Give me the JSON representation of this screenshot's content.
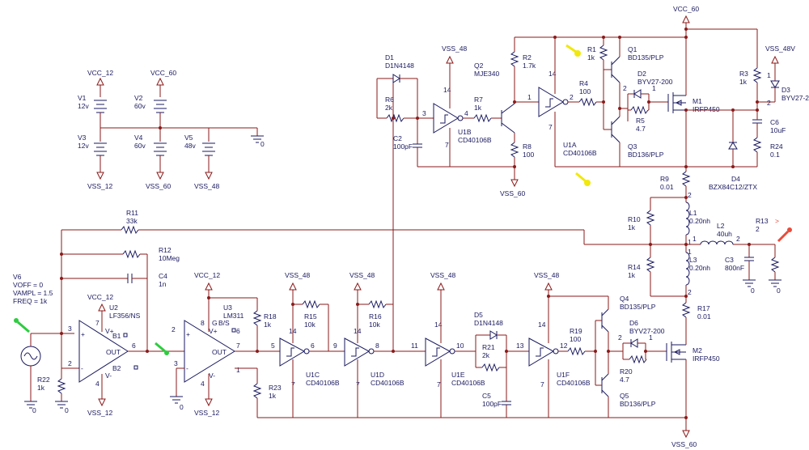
{
  "supplies": {
    "vcc12": "VCC_12",
    "vcc60": "VCC_60",
    "vss12": "VSS_12",
    "vss60": "VSS_60",
    "vss48": "VSS_48",
    "vss48v": "VSS_48V"
  },
  "sources": {
    "v1": "V1",
    "v1val": "12v",
    "v2": "V2",
    "v2val": "60v",
    "v3": "V3",
    "v3val": "12v",
    "v4": "V4",
    "v4val": "60v",
    "v5": "V5",
    "v5val": "48v",
    "gnd": "0"
  },
  "v6": {
    "name": "V6",
    "voff": "VOFF = 0",
    "vampl": "VAMPL = 1.5",
    "freq": "FREQ = 1k"
  },
  "parts": {
    "r11": "R11",
    "r11v": "33k",
    "r12": "R12",
    "r12v": "10Meg",
    "c4": "C4",
    "c4v": "1n",
    "u2": "U2",
    "u2v": "LF356/NS",
    "r22": "R22",
    "r22v": "1k",
    "u3": "U3",
    "u3v": "LM311",
    "r18": "R18",
    "r18v": "1k",
    "r23": "R23",
    "r23v": "1k",
    "r15": "R15",
    "r15v": "10k",
    "r16": "R16",
    "r16v": "10k",
    "u1c": "U1C",
    "u1cv": "CD40106B",
    "u1d": "U1D",
    "u1dv": "CD40106B",
    "u1e": "U1E",
    "u1ev": "CD40106B",
    "u1f": "U1F",
    "u1fv": "CD40106B",
    "d5": "D5",
    "d5v": "D1N4148",
    "r21": "R21",
    "r21v": "2k",
    "c5": "C5",
    "c5v": "100pF",
    "r19": "R19",
    "r19v": "100",
    "q4": "Q4",
    "q4v": "BD135/PLP",
    "d6": "D6",
    "d6v": "BYV27-200",
    "r20": "R20",
    "r20v": "4.7",
    "q5": "Q5",
    "q5v": "BD136/PLP",
    "m2": "M2",
    "m2v": "IRFP450",
    "d1": "D1",
    "d1v": "D1N4148",
    "r6": "R6",
    "r6v": "2k",
    "c2": "C2",
    "c2v": "100pF",
    "u1b": "U1B",
    "u1bv": "CD40106B",
    "r7": "R7",
    "r7v": "1k",
    "q2": "Q2",
    "q2v": "MJE340",
    "r2": "R2",
    "r2v": "1.7k",
    "r8": "R8",
    "r8v": "100",
    "u1a": "U1A",
    "u1av": "CD40106B",
    "r1": "R1",
    "r1v": "1k",
    "r4": "R4",
    "r4v": "100",
    "q1": "Q1",
    "q1v": "BD135/PLP",
    "d2": "D2",
    "d2v": "BYV27-200",
    "r5": "R5",
    "r5v": "4.7",
    "q3": "Q3",
    "q3v": "BD136/PLP",
    "m1": "M1",
    "m1v": "IRFP450",
    "r3": "R3",
    "r3v": "1k",
    "d3": "D3",
    "d3v": "BYV27-2",
    "c6": "C6",
    "c6v": "10uF",
    "r24": "R24",
    "r24v": "0.1",
    "d4": "D4",
    "d4v": "BZX84C12/ZTX",
    "r9": "R9",
    "r9v": "0.01",
    "l1": "L1",
    "l1v": "0.20nh",
    "r10": "R10",
    "r10v": "1k",
    "l2": "L2",
    "l2v": "40uh",
    "r13": "R13",
    "r13v": "2",
    "r14": "R14",
    "r14v": "1k",
    "l3": "L3",
    "l3v": "0.20nh",
    "c3": "C3",
    "c3v": "800nF",
    "r17": "R17",
    "r17v": "0.01"
  },
  "pins": {
    "p1": "1",
    "p2": "2",
    "p3": "3",
    "p4": "4",
    "p5": "5",
    "p6": "6",
    "p7": "7",
    "p8": "8",
    "p9": "9",
    "p10": "10",
    "p11": "11",
    "p12": "12",
    "p13": "13",
    "p14": "14",
    "vplus": "V+",
    "vminus": "V-",
    "out": "OUT",
    "b1": "B1",
    "b2": "B2",
    "gb": "G",
    "bs": "B/S",
    "inp": "+",
    "inn": "-"
  },
  "colors": {
    "wire": "#8b1a1a",
    "component": "#1a1a60",
    "probe_green": "#2ecc40",
    "probe_red": "#e74c3c",
    "probe_yellow": "#f1e80c"
  }
}
